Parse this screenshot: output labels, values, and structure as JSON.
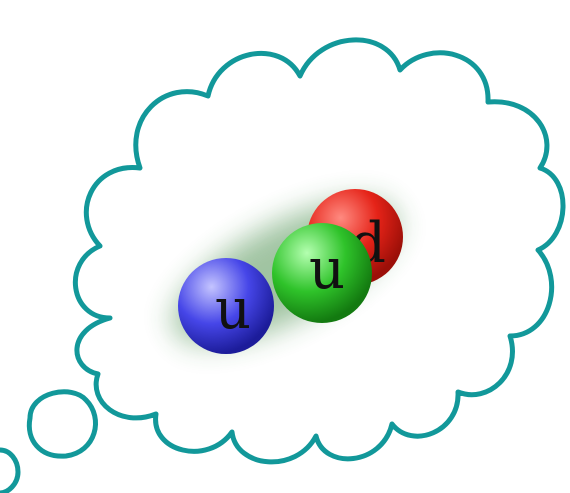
{
  "cloud": {
    "stroke_color": "#12989a",
    "fill_color": "#ffffff"
  },
  "glow": {
    "color": "#2e7d32"
  },
  "quarks": [
    {
      "label": "d",
      "color": "#d81c12",
      "highlight": "#ff7a6e"
    },
    {
      "label": "u",
      "color": "#1fb51a",
      "highlight": "#9cf79a"
    },
    {
      "label": "u",
      "color": "#3737e0",
      "highlight": "#a5a5ff"
    }
  ]
}
